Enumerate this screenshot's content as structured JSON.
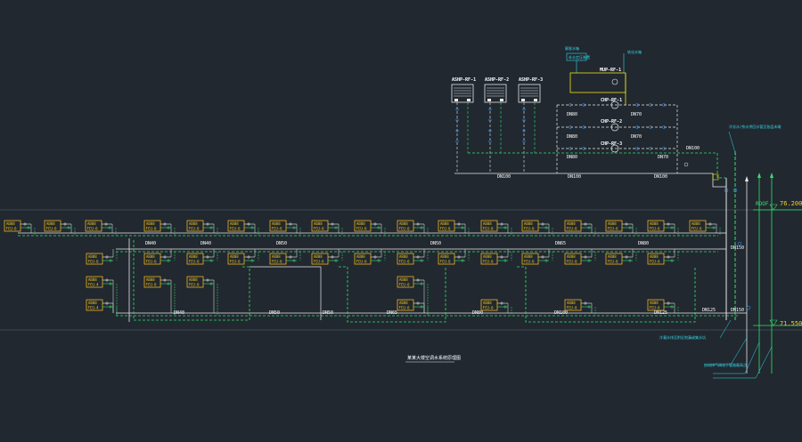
{
  "diagram": {
    "title": "某某大楼空调水系统原理图",
    "colors": {
      "background": "#212830",
      "pipe_supply": "#e8e8e8",
      "pipe_return": "#35e06a",
      "unit_border": "#f2b01c",
      "label_cyan": "#35d6e6",
      "elevation": "#35e06a",
      "valve_blue": "#3a9cff"
    },
    "levels": {
      "roof": {
        "name": "ROOF",
        "elevation": "76.200"
      },
      "lower": {
        "elevation": "71.550"
      }
    },
    "heat_pumps": [
      {
        "id": "ASHP-RF-1"
      },
      {
        "id": "ASHP-RF-2"
      },
      {
        "id": "ASHP-RF-3"
      }
    ],
    "pumps": [
      {
        "id": "CHP-RF-1"
      },
      {
        "id": "CHP-RF-2"
      },
      {
        "id": "CHP-RF-3"
      }
    ],
    "makeup": {
      "id": "MUP-RF-1",
      "label_1": "膨胀水箱",
      "label_2": "补水定压装置",
      "label_3": "软化水箱"
    },
    "pipe_sizes": [
      "DN100",
      "DN80",
      "DN70",
      "DN125",
      "DN150",
      "DN40",
      "DN50",
      "DN65"
    ],
    "notes": {
      "top_right": "冷冻水/热水供回水管至各层末端",
      "bottom_right_1": "冷凝水排至附近地漏或集水坑",
      "bottom_right_2": "自动排气阀设于管路最高点"
    },
    "fcu_row1": [
      "FCU-6",
      "FCU-6",
      "FCU-6",
      "FCU-6",
      "FCU-6",
      "FCU-6",
      "FCU-6",
      "FCU-6",
      "FCU-6",
      "FCU-6",
      "FCU-6",
      "FCU-6",
      "FCU-6",
      "FCU-6",
      "FCU-6",
      "FCU-6",
      "FCU-6"
    ],
    "fcu_row2": [
      "FCU-6",
      "FCU-6",
      "FCU-6",
      "FCU-6",
      "FCU-6",
      "FCU-6",
      "FCU-6",
      "FCU-6",
      "FCU-6",
      "FCU-6",
      "FCU-6",
      "FCU-6",
      "FCU-6",
      "FCU-6"
    ],
    "fcu_row3": [
      "FCU-4",
      "FCU-6",
      "FCU-6",
      "FCU-6"
    ],
    "fcu_row4": [
      "FCU-4",
      "FCU-6",
      "FCU-6",
      "FCU-6",
      "FCU-6"
    ],
    "unit_tag": "AB08"
  }
}
